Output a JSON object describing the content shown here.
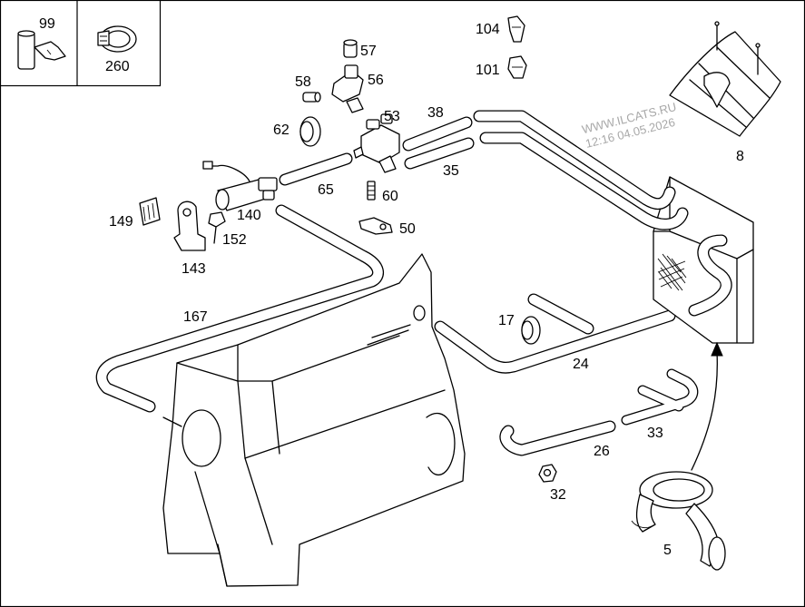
{
  "diagram": {
    "watermark": {
      "site": "WWW.ILCATS.RU",
      "datetime": "12:16 04.05.2026"
    },
    "legend_box": {
      "cell_1_label": "99",
      "cell_2_label": "260"
    },
    "callouts": {
      "c5": "5",
      "c8": "8",
      "c17": "17",
      "c24": "24",
      "c26": "26",
      "c32": "32",
      "c33": "33",
      "c35": "35",
      "c38": "38",
      "c50": "50",
      "c53": "53",
      "c56": "56",
      "c57": "57",
      "c58": "58",
      "c60": "60",
      "c62": "62",
      "c65": "65",
      "c101": "101",
      "c104": "104",
      "c140": "140",
      "c143": "143",
      "c149": "149",
      "c152": "152",
      "c167": "167"
    }
  }
}
